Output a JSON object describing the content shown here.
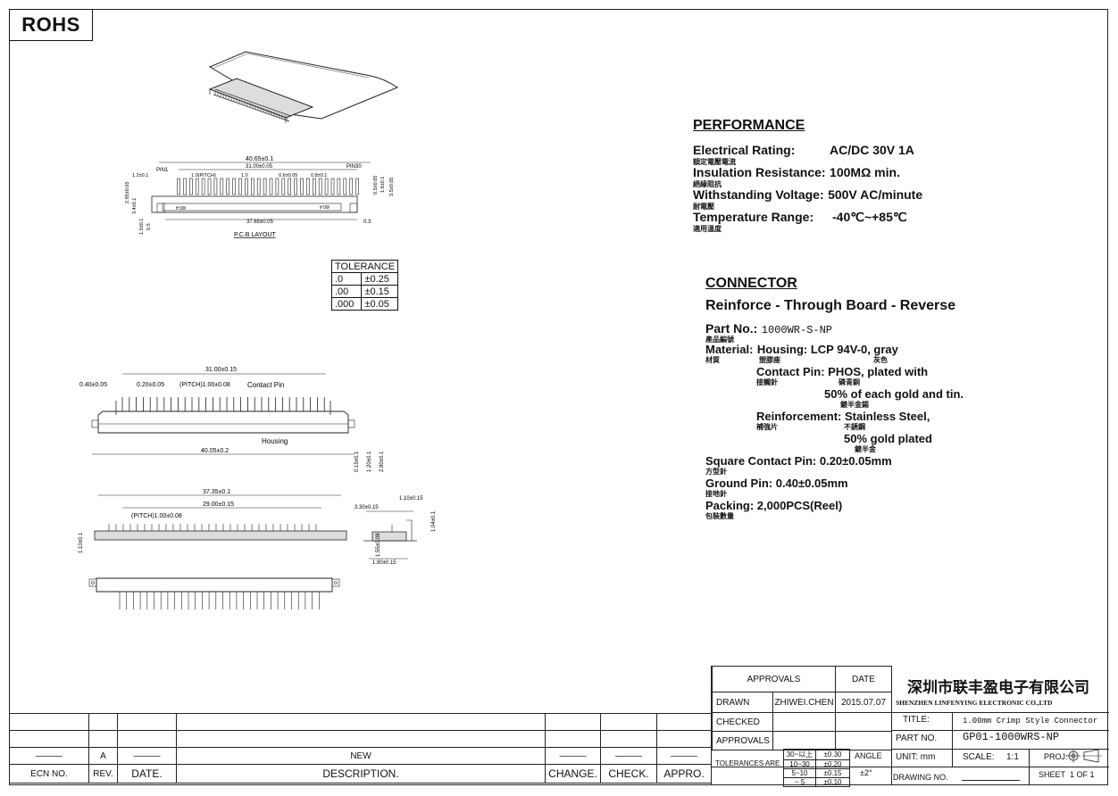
{
  "rohs": "ROHS",
  "performance": {
    "title": "PERFORMANCE",
    "rows": [
      {
        "label": "Electrical Rating:",
        "value": "AC/DC 30V 1A",
        "cn": "額定電壓電流"
      },
      {
        "label": "Insulation Resistance:",
        "value": "100MΩ min.",
        "cn": "絕緣阻抗"
      },
      {
        "label": "Withstanding Voltage:",
        "value": "500V AC/minute",
        "cn": "耐電壓"
      },
      {
        "label": "Temperature Range:",
        "value": "-40℃~+85℃",
        "cn": "適用溫度"
      }
    ]
  },
  "connector": {
    "title": "CONNECTOR",
    "subtitle": "Reinforce - Through Board - Reverse",
    "part_label": "Part No.:",
    "part_value": "1000WR-S-NP",
    "part_cn": "產品編號",
    "material_label": "Material:",
    "material_cn": "材質",
    "housing": "Housing: LCP 94V-0, gray",
    "housing_cn1": "塑膠座",
    "housing_cn2": "灰色",
    "contact": "Contact Pin: PHOS, plated with",
    "contact_cn1": "接觸針",
    "contact_cn2": "磷青銅",
    "contact_gold": "50% of each gold and tin.",
    "contact_gold_cn": "鍍半金錫",
    "reinforcement": "Reinforcement: Stainless Steel,",
    "reinforcement_cn1": "補強片",
    "reinforcement_cn2": "不銹鋼",
    "reinforcement_gold": "50% gold plated",
    "reinforcement_gold_cn": "鍍半金",
    "square_pin": "Square Contact Pin: 0.20±0.05mm",
    "square_pin_cn": "方型針",
    "ground_pin": "Ground Pin: 0.40±0.05mm",
    "ground_pin_cn": "接地針",
    "packing": "Packing: 2,000PCS(Reel)",
    "packing_cn": "包裝數量"
  },
  "tolerance": {
    "header": "TOLERANCE",
    "rows": [
      [
        ".0",
        "±0.25"
      ],
      [
        ".00",
        "±0.15"
      ],
      [
        ".000",
        "±0.05"
      ]
    ]
  },
  "drawing": {
    "pcb_layout": "P.C.B LAYOUT",
    "pcb_total": "40.65±0.1",
    "pcb_31": "31.00±0.05",
    "pcb_pitch": "1.0(PITCH)",
    "pcb_10": "1.0",
    "pcb_06": "0.6±0.05",
    "pcb_08": "0.8±0.1",
    "pcb_pin1": "PIN1",
    "pcb_pin30": "PIN30",
    "pcb_1275": "1.2±0.1",
    "pcb_3765": "37.65±0.05",
    "pcb_03": "0.3",
    "pcb_left1": "2.85±0.05",
    "pcb_left2": "3.4±0.1",
    "pcb_left3": "1.5±0.1",
    "pcb_left4": "0.5",
    "pcb_right1": "0.5±0.05",
    "pcb_right2": "1.6±0.1",
    "pcb_right3": "3.5±0.05",
    "pcb_hole": "Φ0.4",
    "front_31": "31.00±0.15",
    "front_040": "0.40±0.05",
    "front_020": "0.20±0.05",
    "front_pitch": "(PITCH)1.00±0.08",
    "front_contact": "Contact Pin",
    "front_housing": "Housing",
    "front_4005": "40.05±0.2",
    "front_015": "0.15±0.1",
    "front_120": "1.20±0.1",
    "front_280": "2.80±0.1",
    "top_3735": "37.35±0.1",
    "top_2900": "29.00±0.15",
    "top_pitch": "(PITCH)1.00±0.08",
    "top_110l": "1.10±0.1",
    "side_330": "3.30±0.15",
    "side_110": "1.10±0.15",
    "side_155": "1.55±0.08",
    "side_104": "1.04±0.1",
    "side_190": "1.90±0.15"
  },
  "revision": {
    "rev": "A",
    "desc": "NEW",
    "labels": [
      "ECN NO.",
      "REV.",
      "DATE.",
      "DESCRIPTION.",
      "CHANGE.",
      "CHECK.",
      "APPRO."
    ]
  },
  "titleblock": {
    "approvals": "APPROVALS",
    "date": "DATE",
    "company_cn": "深圳市联丰盈电子有限公司",
    "company_en": "SHENZHEN LINFENYING ELECTRONIC CO.,LTD",
    "drawn": "DRAWN",
    "drawn_by": "ZHIWEI.CHEN",
    "drawn_date": "2015.07.07",
    "checked": "CHECKED",
    "title_label": "TITLE:",
    "title_value": "1.00mm Crimp Style Connector",
    "approvals2": "APPROVALS",
    "part_label": "PART NO.",
    "part_value": "GP01-1000WRS-NP",
    "tolerances": "TOLERANCES ARE",
    "tol_ranges": [
      "30~以上",
      "10~30",
      "5~10",
      "~ 5"
    ],
    "tol_values": [
      "±0.30",
      "±0.20",
      "±0.15",
      "±0.10"
    ],
    "angle": "ANGLE",
    "angle_value": "±2°",
    "unit": "UNIT: mm",
    "scale_label": "SCALE:",
    "scale_value": "1:1",
    "proj": "PROJ:",
    "drawing_no": "DRAWING NO.",
    "sheet": "SHEET",
    "sheet_value": "1 OF 1"
  }
}
